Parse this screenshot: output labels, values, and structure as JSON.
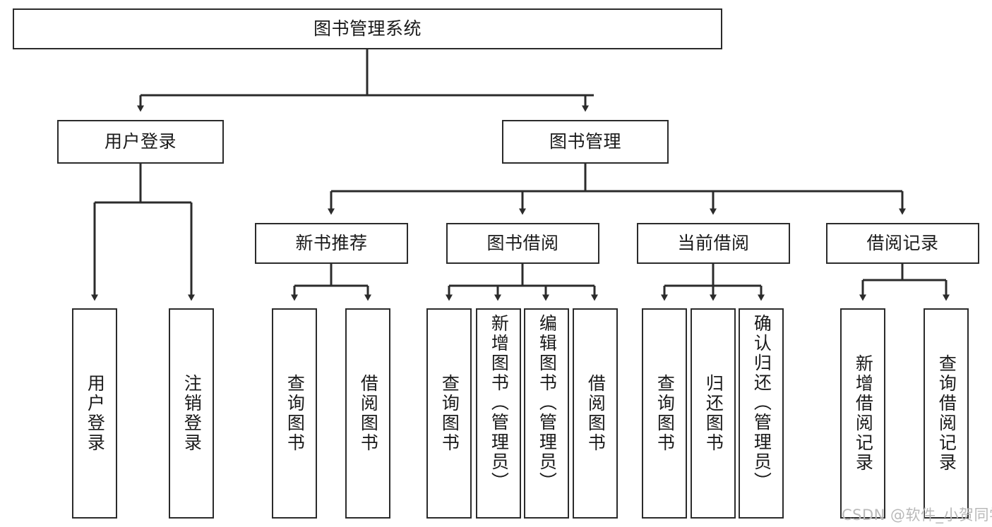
{
  "diagram": {
    "title": "图书管理系统",
    "type": "tree-diagram",
    "root": {
      "label": "图书管理系统"
    },
    "level2": [
      {
        "label": "用户登录"
      },
      {
        "label": "图书管理"
      }
    ],
    "level3": [
      {
        "label": "新书推荐"
      },
      {
        "label": "图书借阅"
      },
      {
        "label": "当前借阅"
      },
      {
        "label": "借阅记录"
      }
    ],
    "leaves": {
      "user_login": [
        {
          "label": "用户登录"
        },
        {
          "label": "注销登录"
        }
      ],
      "new_book_recommend": [
        {
          "label": "查询图书"
        },
        {
          "label": "借阅图书"
        }
      ],
      "book_borrow": [
        {
          "label": "查询图书"
        },
        {
          "label": "新增图书（管理员）"
        },
        {
          "label": "编辑图书（管理员）"
        },
        {
          "label": "借阅图书"
        }
      ],
      "current_borrow": [
        {
          "label": "查询图书"
        },
        {
          "label": "归还图书"
        },
        {
          "label": "确认归还（管理员）"
        }
      ],
      "borrow_record": [
        {
          "label": "新增借阅记录"
        },
        {
          "label": "查询借阅记录"
        }
      ]
    },
    "colors": {
      "stroke": "#2b2b2b",
      "fill": "#ffffff",
      "text": "#1a1a1a",
      "watermark": "#b9b9b9"
    },
    "watermark": "CSDN @软件_小贺同学"
  }
}
